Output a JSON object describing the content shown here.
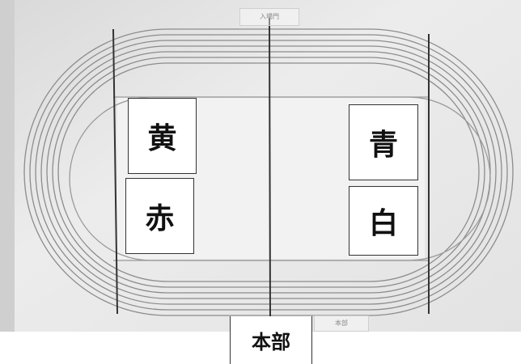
{
  "gate_label": "入場門",
  "hq_small_label": "本部",
  "teams": {
    "yellow": "黄",
    "red": "赤",
    "blue": "青",
    "white": "白"
  },
  "hq_label": "本部",
  "colors": {
    "photo_bg": "#e9e9e9",
    "track_line": "#8c8c8c",
    "divider": "#333333"
  }
}
